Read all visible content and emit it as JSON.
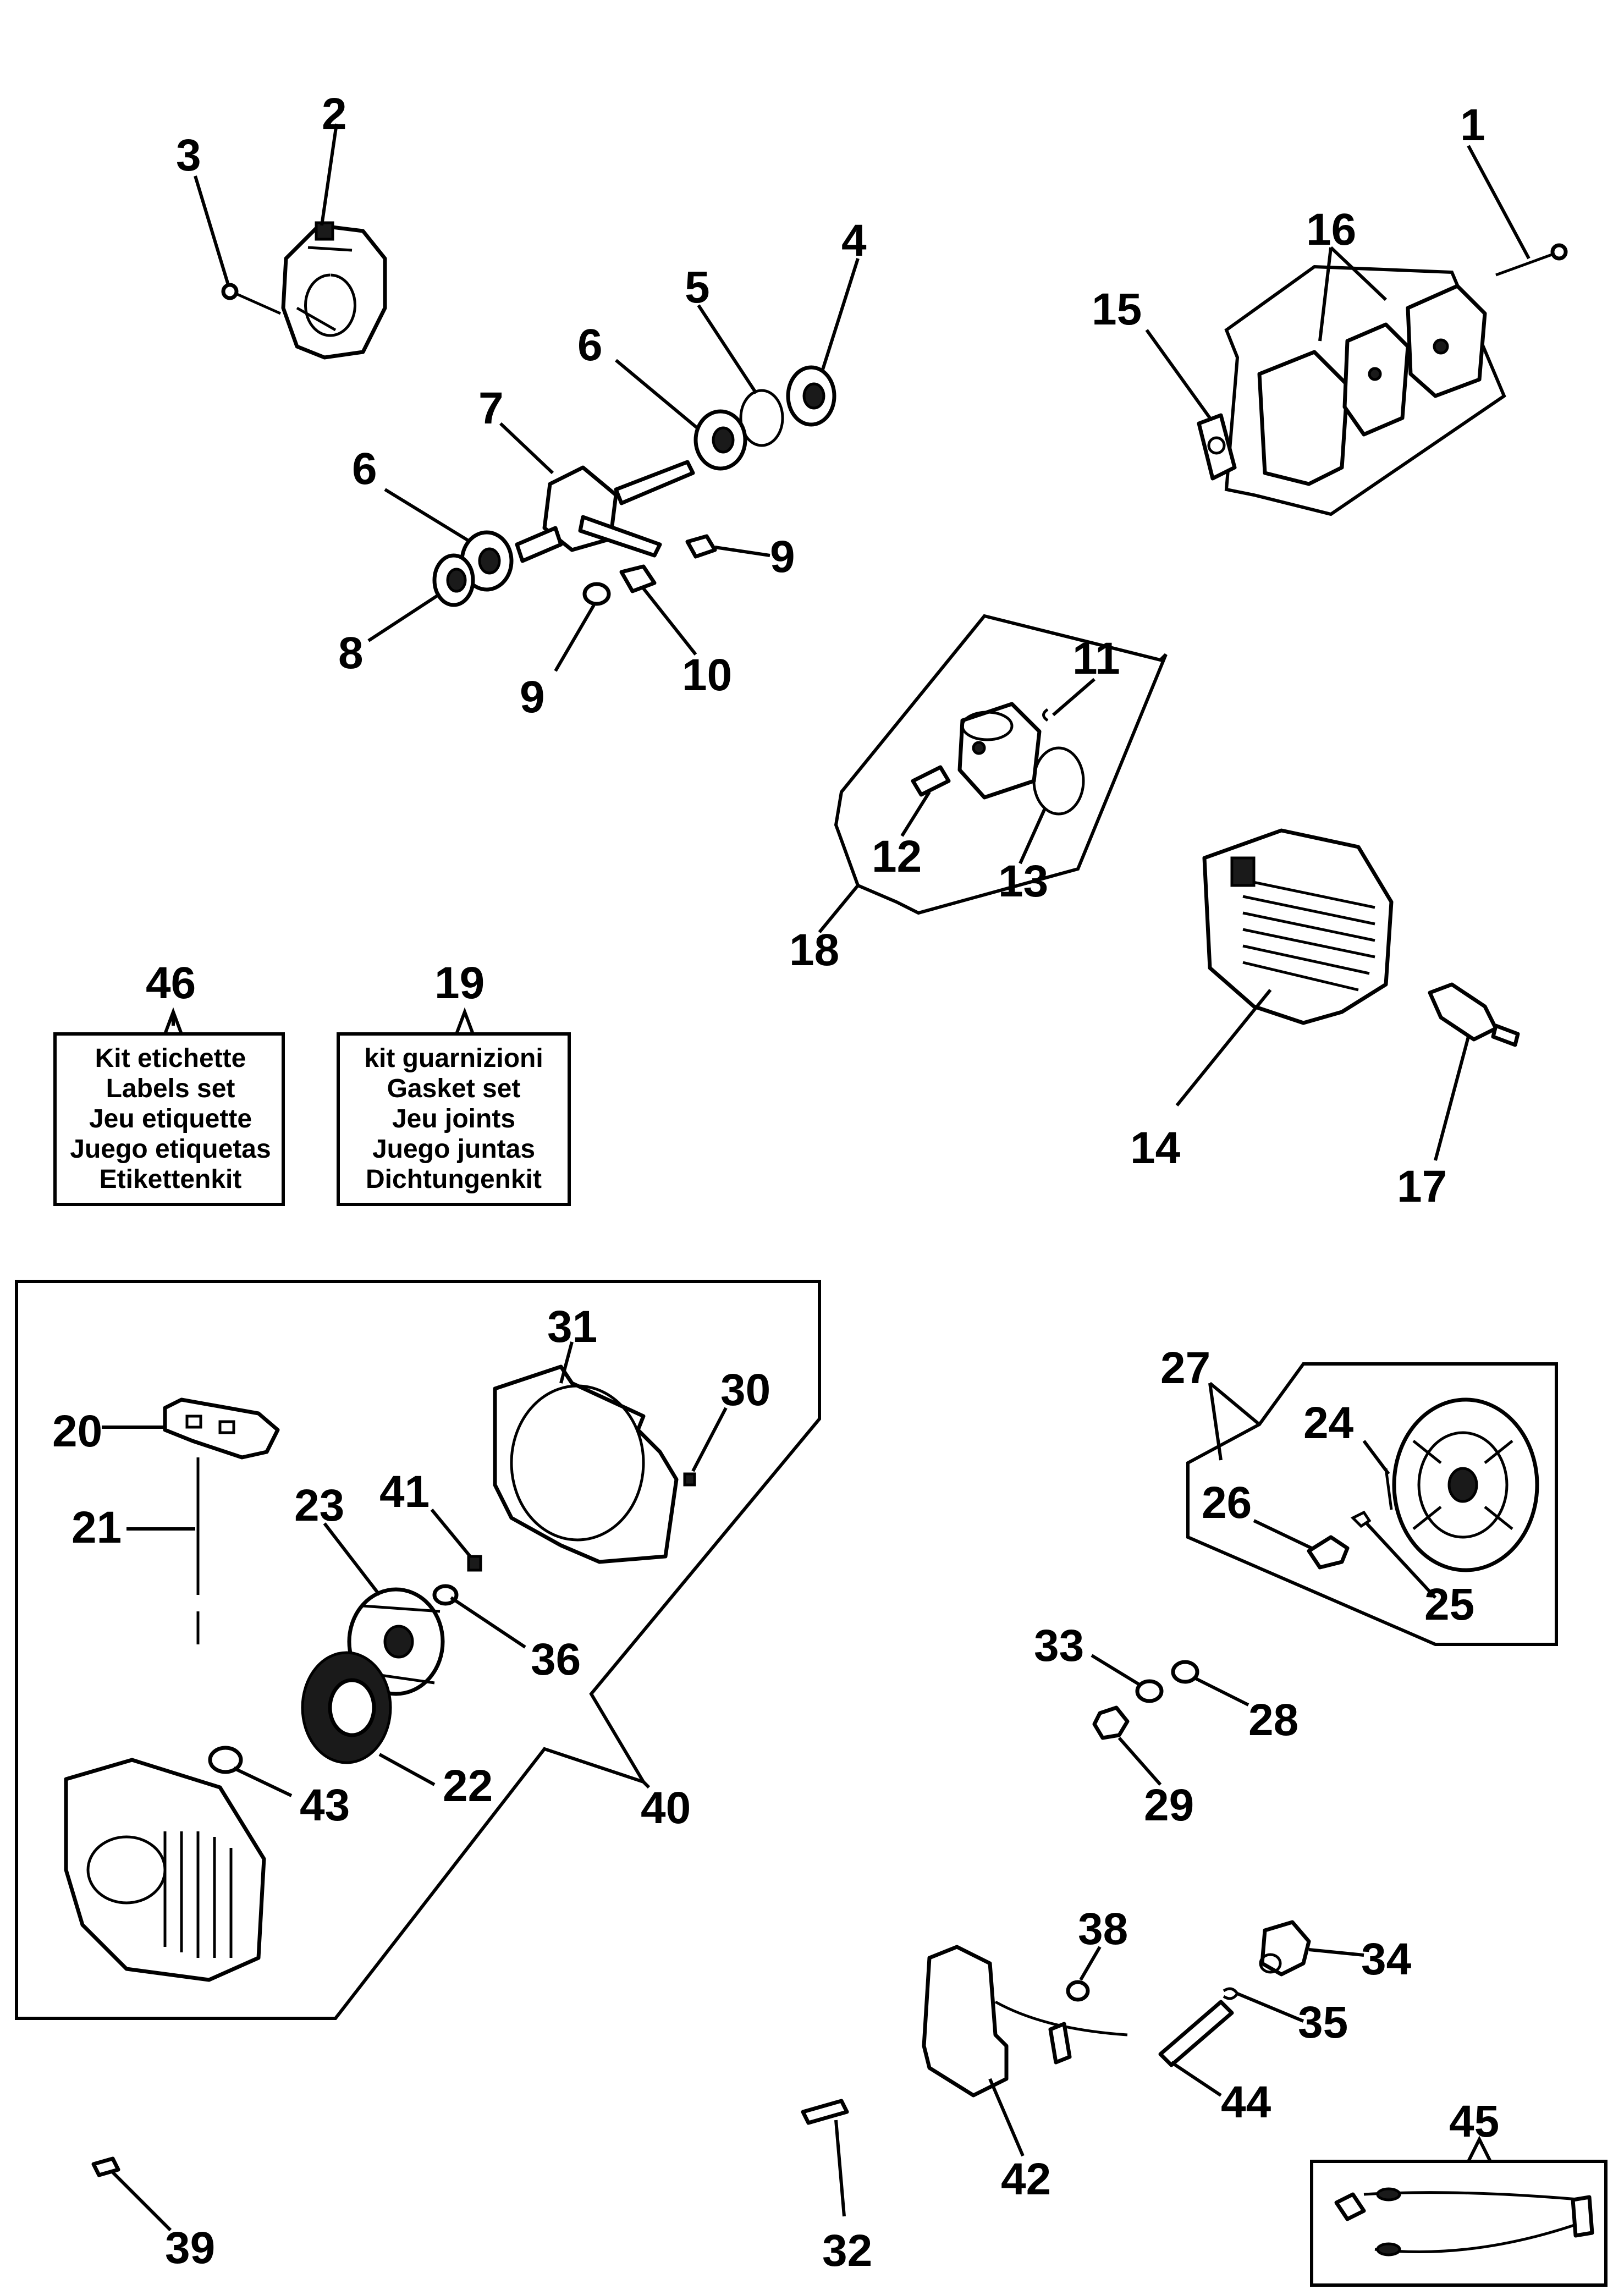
{
  "parts": [
    {
      "id": "1",
      "label": "1"
    },
    {
      "id": "2",
      "label": "2"
    },
    {
      "id": "3",
      "label": "3"
    },
    {
      "id": "4",
      "label": "4"
    },
    {
      "id": "5",
      "label": "5"
    },
    {
      "id": "6a",
      "label": "6"
    },
    {
      "id": "6b",
      "label": "6"
    },
    {
      "id": "7",
      "label": "7"
    },
    {
      "id": "8",
      "label": "8"
    },
    {
      "id": "9a",
      "label": "9"
    },
    {
      "id": "9b",
      "label": "9"
    },
    {
      "id": "10",
      "label": "10"
    },
    {
      "id": "11",
      "label": "11"
    },
    {
      "id": "12",
      "label": "12"
    },
    {
      "id": "13",
      "label": "13"
    },
    {
      "id": "14",
      "label": "14"
    },
    {
      "id": "15",
      "label": "15"
    },
    {
      "id": "16",
      "label": "16"
    },
    {
      "id": "17",
      "label": "17"
    },
    {
      "id": "18",
      "label": "18"
    },
    {
      "id": "19",
      "label": "19"
    },
    {
      "id": "20",
      "label": "20"
    },
    {
      "id": "21",
      "label": "21"
    },
    {
      "id": "22",
      "label": "22"
    },
    {
      "id": "23",
      "label": "23"
    },
    {
      "id": "24",
      "label": "24"
    },
    {
      "id": "25",
      "label": "25"
    },
    {
      "id": "26",
      "label": "26"
    },
    {
      "id": "27",
      "label": "27"
    },
    {
      "id": "28",
      "label": "28"
    },
    {
      "id": "29",
      "label": "29"
    },
    {
      "id": "30",
      "label": "30"
    },
    {
      "id": "31",
      "label": "31"
    },
    {
      "id": "32",
      "label": "32"
    },
    {
      "id": "33",
      "label": "33"
    },
    {
      "id": "34",
      "label": "34"
    },
    {
      "id": "35",
      "label": "35"
    },
    {
      "id": "36",
      "label": "36"
    },
    {
      "id": "38",
      "label": "38"
    },
    {
      "id": "39",
      "label": "39"
    },
    {
      "id": "40",
      "label": "40"
    },
    {
      "id": "41",
      "label": "41"
    },
    {
      "id": "42",
      "label": "42"
    },
    {
      "id": "43",
      "label": "43"
    },
    {
      "id": "44",
      "label": "44"
    },
    {
      "id": "45",
      "label": "45"
    },
    {
      "id": "46",
      "label": "46"
    }
  ],
  "kits": {
    "labels_set": [
      "Kit etichette",
      "Labels set",
      "Jeu etiquette",
      "Juego etiquetas",
      "Etikettenkit"
    ],
    "gasket_set": [
      "kit guarnizioni",
      "Gasket set",
      "Jeu  joints",
      "Juego juntas",
      "Dichtungenkit"
    ]
  }
}
